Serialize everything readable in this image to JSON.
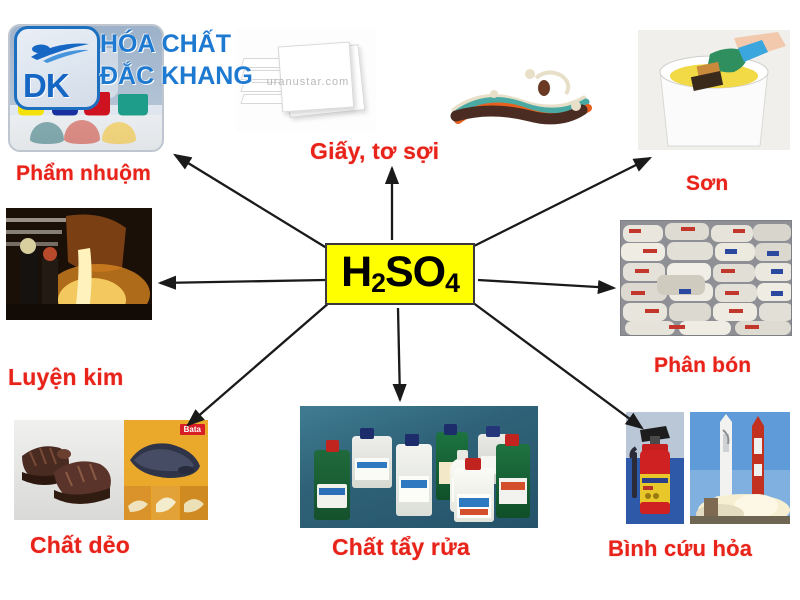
{
  "diagram": {
    "title": "H2SO4 applications mind map",
    "center": {
      "formula_text": "H2SO4",
      "formula_main_1": "H",
      "formula_sub_1": "2",
      "formula_main_2": "SO",
      "formula_sub_2": "4",
      "fill_color": "#ffff00",
      "border_color": "#3a3a3a"
    },
    "label_color": "#e8231a",
    "branches": [
      {
        "id": "pham-nhuom",
        "label": "Phẩm nhuộm",
        "position": "top-left",
        "image": "dye-powders-photo"
      },
      {
        "id": "giay-to-soi",
        "label": "Giấy, tơ sợi",
        "position": "top-center",
        "image": "paper-stack-photo"
      },
      {
        "id": "son",
        "label": "Sơn",
        "position": "top-right",
        "image": "paint-bucket-photo"
      },
      {
        "id": "luyen-kim",
        "label": "Luyện kim",
        "position": "left",
        "image": "molten-metal-photo"
      },
      {
        "id": "phan-bon",
        "label": "Phân bón",
        "position": "right",
        "image": "fertilizer-sacks-photo"
      },
      {
        "id": "chat-deo",
        "label": "Chất dẻo",
        "position": "bottom-left",
        "image": "shoes-photo"
      },
      {
        "id": "chat-tay-rua",
        "label": "Chất tẩy rửa",
        "position": "bottom-center",
        "image": "detergent-bottles-photo"
      },
      {
        "id": "binh-cuu-hoa",
        "label": "Bình cứu hỏa",
        "position": "bottom-right",
        "image": "fire-extinguisher-rocket-photo"
      }
    ]
  },
  "watermark": {
    "logo_initials": "DK",
    "line1": "HÓA CHẤT",
    "line2": "ĐẮC KHANG",
    "color": "#1e79d0"
  },
  "photo_watermarks": {
    "paper": "uranustar.com",
    "shoe_brand": "Bata"
  }
}
